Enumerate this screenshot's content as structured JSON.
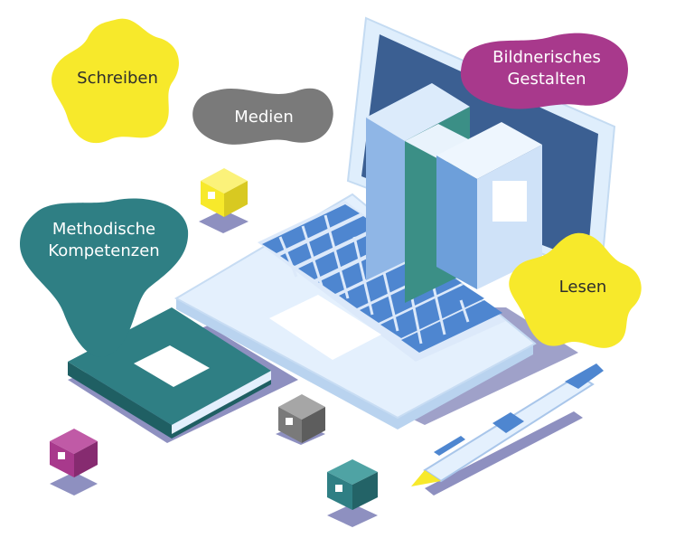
{
  "labels": {
    "schreiben": "Schreiben",
    "medien": "Medien",
    "bildnerisches": "Bildnerisches\nGestalten",
    "methodische": "Methodische\nKompetenzen",
    "lesen": "Lesen"
  },
  "colors": {
    "yellow": "#f7e92b",
    "grey": "#7a7a7a",
    "magenta": "#a8398c",
    "teal": "#2f7f84",
    "shadow": "#8e90c0",
    "laptop_light": "#dfeefc",
    "laptop_dark": "#3b5f92",
    "key_blue": "#4e86d0"
  }
}
